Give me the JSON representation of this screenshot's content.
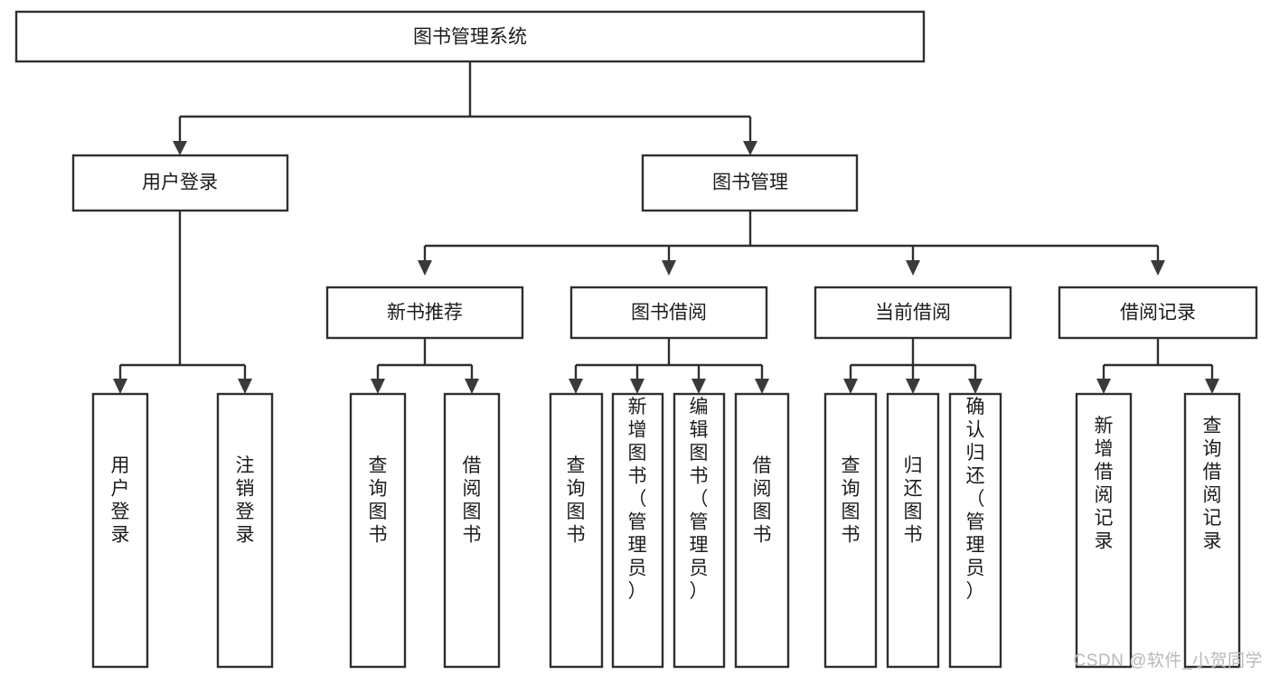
{
  "diagram": {
    "title_node": {
      "label": "图书管理系统"
    },
    "level2": [
      {
        "id": "user-login",
        "label": "用户登录"
      },
      {
        "id": "book-management",
        "label": "图书管理"
      }
    ],
    "level3": [
      {
        "id": "new-book-recommend",
        "label": "新书推荐"
      },
      {
        "id": "book-borrow",
        "label": "图书借阅"
      },
      {
        "id": "current-borrow",
        "label": "当前借阅"
      },
      {
        "id": "borrow-record",
        "label": "借阅记录"
      }
    ],
    "leaves": [
      {
        "id": "leaf-user-login",
        "label": "用户登录"
      },
      {
        "id": "leaf-logout-login",
        "label": "注销登录"
      },
      {
        "id": "leaf-query-book-1",
        "label": "查询图书"
      },
      {
        "id": "leaf-borrow-book-1",
        "label": "借阅图书"
      },
      {
        "id": "leaf-query-book-2",
        "label": "查询图书"
      },
      {
        "id": "leaf-add-book-admin",
        "label": "新增图书（管理员）"
      },
      {
        "id": "leaf-edit-book-admin",
        "label": "编辑图书（管理员）"
      },
      {
        "id": "leaf-borrow-book-2",
        "label": "借阅图书"
      },
      {
        "id": "leaf-query-book-3",
        "label": "查询图书"
      },
      {
        "id": "leaf-return-book",
        "label": "归还图书"
      },
      {
        "id": "leaf-confirm-return-admin",
        "label": "确认归还（管理员）"
      },
      {
        "id": "leaf-add-borrow-record",
        "label": "新增借阅记录"
      },
      {
        "id": "leaf-query-borrow-record",
        "label": "查询借阅记录"
      }
    ],
    "watermark": "CSDN @软件_小贺同学",
    "colors": {
      "box_stroke": "#2f2f2f",
      "box_fill": "#ffffff",
      "text": "#1c1c1c",
      "watermark": "#b9b9b9",
      "background": "#ffffff"
    }
  }
}
